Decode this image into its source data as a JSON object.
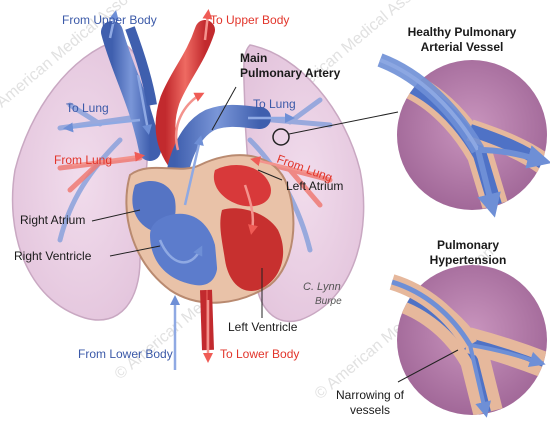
{
  "labels": {
    "from_upper_body": "From Upper Body",
    "to_upper_body": "To Upper Body",
    "main_pulmonary_artery_line1": "Main",
    "main_pulmonary_artery_line2": "Pulmonary Artery",
    "to_lung_left": "To Lung",
    "to_lung_right": "To Lung",
    "from_lung_left": "From Lung",
    "from_lung_right": "From Lung",
    "right_atrium": "Right Atrium",
    "left_atrium": "Left Atrium",
    "right_ventricle": "Right Ventricle",
    "left_ventricle": "Left Ventricle",
    "from_lower_body": "From Lower Body",
    "to_lower_body": "To Lower Body"
  },
  "insets": {
    "healthy_line1": "Healthy Pulmonary",
    "healthy_line2": "Arterial Vessel",
    "hypertension_line1": "Pulmonary",
    "hypertension_line2": "Hypertension",
    "narrowing_line1": "Narrowing of",
    "narrowing_line2": "vessels"
  },
  "signature": {
    "line1": "C. Lynn",
    "line2": "Burpe"
  },
  "watermark": "© American Medical Association",
  "colors": {
    "deoxygenated_blue": "#4a6ec0",
    "oxygenated_red": "#d8393a",
    "label_blue": "#3b59a8",
    "label_red": "#e2352b",
    "lung_pink": "#ead3e6",
    "tissue_purple": "#b07aa5"
  }
}
